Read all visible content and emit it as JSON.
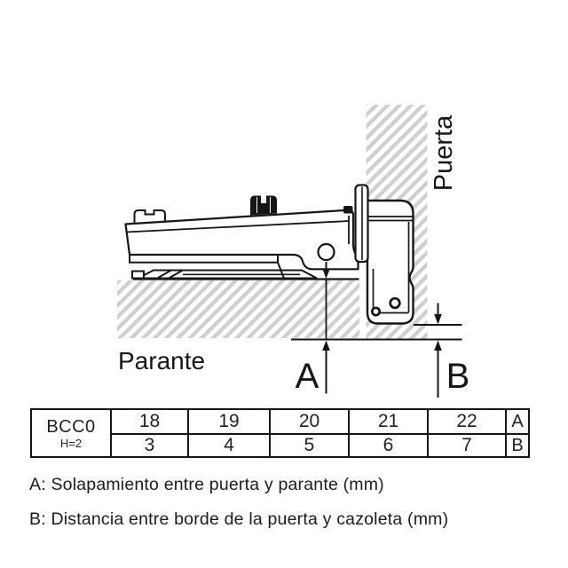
{
  "diagram": {
    "panel_label": "Parante",
    "door_label": "Puerta",
    "dim_a_label": "A",
    "dim_b_label": "B"
  },
  "table": {
    "model": "BCC0",
    "height_code": "H=2",
    "row_a": {
      "cells": [
        "18",
        "19",
        "20",
        "21",
        "22"
      ],
      "label": "A"
    },
    "row_b": {
      "cells": [
        "3",
        "4",
        "5",
        "6",
        "7"
      ],
      "label": "B"
    }
  },
  "legend": {
    "line_a": "A: Solapamiento entre puerta y parante (mm)",
    "line_b": "B: Distancia entre borde de la puerta y cazoleta (mm)"
  },
  "colors": {
    "ink": "#161616",
    "hatch": "#cfcfcf"
  }
}
